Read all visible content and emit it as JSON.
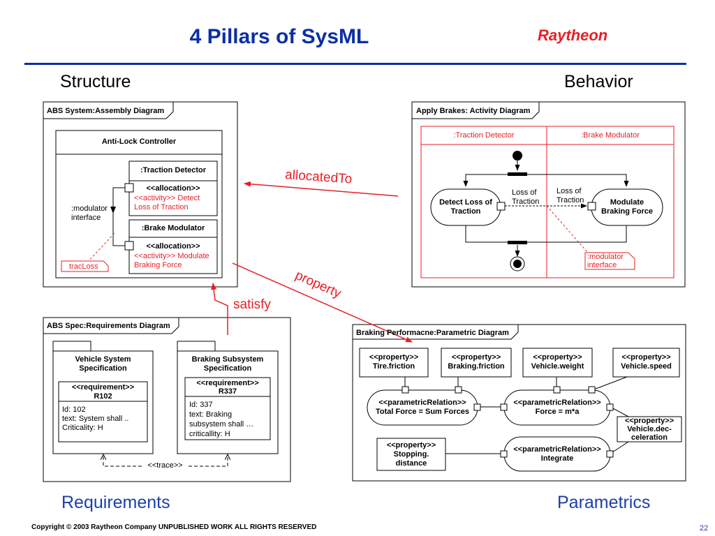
{
  "header": {
    "title": "4 Pillars of SysML",
    "logo": "Raytheon"
  },
  "quadrants": {
    "structure": "Structure",
    "behavior": "Behavior",
    "requirements": "Requirements",
    "parametrics": "Parametrics"
  },
  "structure_diagram": {
    "frame_title": "ABS System:Assembly Diagram",
    "controller": "Anti-Lock Controller",
    "traction_detector": ":Traction Detector",
    "brake_modulator": ":Brake Modulator",
    "allocation": "<<allocation>>",
    "alloc_td_1": "<<activity>> Detect",
    "alloc_td_2": "Loss of Traction",
    "alloc_bm_1": "<<activity>> Modulate",
    "alloc_bm_2": "Braking Force",
    "interface_1": ":modulator",
    "interface_2": "interface",
    "trac_loss": "tracLoss"
  },
  "behavior_diagram": {
    "frame_title": "Apply Brakes: Activity Diagram",
    "lane_1": ":Traction Detector",
    "lane_2": ":Brake Modulator",
    "detect_1": "Detect Loss of",
    "detect_2": "Traction",
    "modulate_1": "Modulate",
    "modulate_2": "Braking Force",
    "pin_label_1": "Loss of",
    "pin_label_2": "Traction",
    "note_1": ":modulator",
    "note_2": "interface"
  },
  "requirements_diagram": {
    "frame_title": "ABS Spec:Requirements Diagram",
    "vss_1": "Vehicle System",
    "vss_2": "Specification",
    "bss_1": "Braking Subsystem",
    "bss_2": "Specification",
    "requirement": "<<requirement>>",
    "r102": "R102",
    "r102_id": "Id: 102",
    "r102_text": "text: System shall ..",
    "r102_crit": "Criticality: H",
    "r337": "R337",
    "r337_id": "Id: 337",
    "r337_text_1": "text: Braking",
    "r337_text_2": "subsystem shall …",
    "r337_crit": "criticallity: H",
    "trace": "<<trace>>"
  },
  "parametric_diagram": {
    "frame_title": "Braking Performacne:Parametric Diagram",
    "property": "<<property>>",
    "tire_friction": "Tire.friction",
    "braking_friction": "Braking.friction",
    "vehicle_weight": "Vehicle.weight",
    "vehicle_speed": "Vehicle.speed",
    "parametric_relation": "<<parametricRelation>>",
    "total_force": "Total Force = Sum Forces",
    "force_eq": "Force = m*a",
    "decel_1": "Vehicle.dec-",
    "decel_2": "celeration",
    "stopping_1": "Stopping.",
    "stopping_2": "distance",
    "integrate": "Integrate"
  },
  "relations": {
    "allocated_to": "allocatedTo",
    "satisfy": "satisfy",
    "property": "property"
  },
  "footer": {
    "copyright": "Copyright © 2003 Raytheon Company UNPUBLISHED WORK ALL RIGHTS RESERVED",
    "page": "22"
  },
  "colors": {
    "title_blue": "#0b2fa5",
    "accent_red": "#e81e25"
  }
}
